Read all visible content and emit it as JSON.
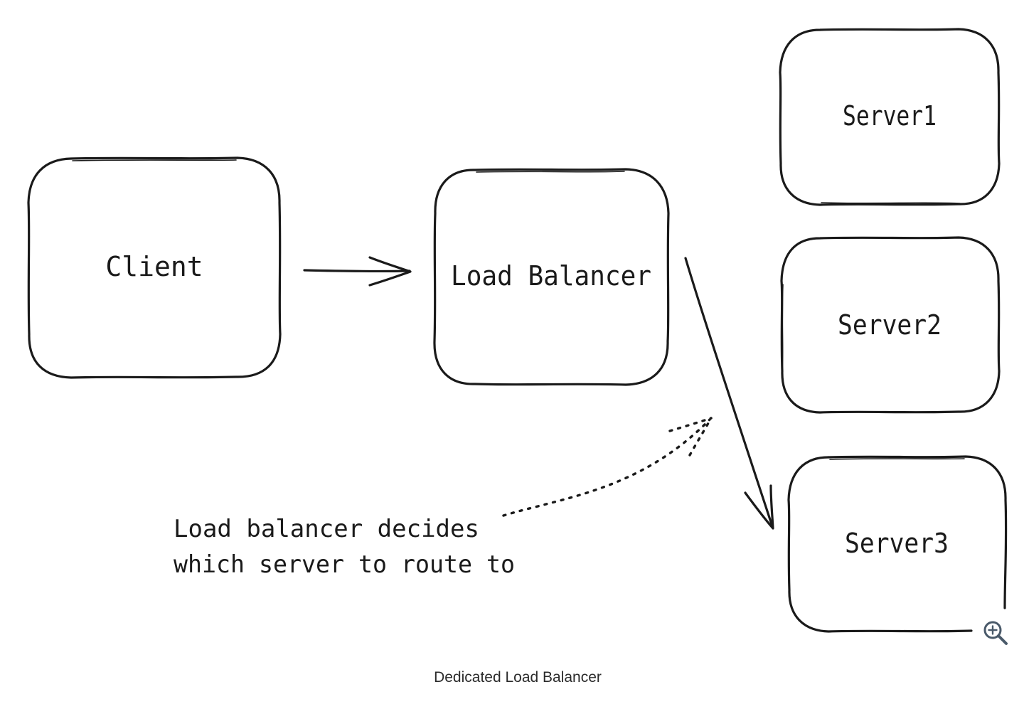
{
  "nodes": {
    "client": "Client",
    "load_balancer": "Load Balancer",
    "server1": "Server1",
    "server2": "Server2",
    "server3": "Server3"
  },
  "note": {
    "line1": "Load balancer decides",
    "line2": "which server to route to"
  },
  "caption": "Dedicated Load Balancer",
  "icons": {
    "zoom": "zoom-in-icon"
  },
  "colors": {
    "stroke": "#1a1a1a",
    "icon": "#4a5a6a"
  }
}
